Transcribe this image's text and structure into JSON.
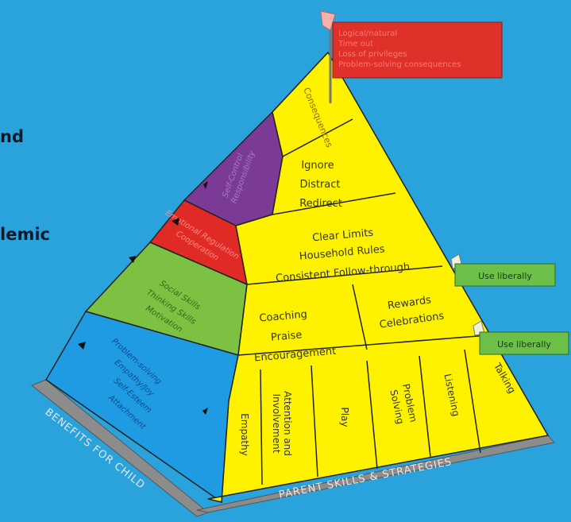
{
  "side_text": {
    "line1": "nd",
    "line2": "lemic"
  },
  "flag": {
    "lines": [
      "Logical/natural",
      "Time out",
      "Loss of privileges",
      "Problem-solving consequences"
    ],
    "pole_label": "Consequences"
  },
  "front_tiers": {
    "tier2": [
      "Ignore",
      "Distract",
      "Redirect"
    ],
    "tier3": [
      "Clear Limits",
      "Household Rules",
      "Consistent Follow-through"
    ],
    "tier4_left": [
      "Coaching",
      "Praise",
      "Encouragement"
    ],
    "tier4_right": [
      "Rewards",
      "Celebrations"
    ],
    "tier5": [
      "Empathy",
      "Attention and",
      "Involvement",
      "Play",
      "Problem",
      "Solving",
      "Listening",
      "Talking"
    ]
  },
  "tags": {
    "upper": "Use liberally",
    "lower": "Use liberally"
  },
  "left_face": {
    "purple": [
      "Self-Control",
      "Responsibility"
    ],
    "red": [
      "Emotional Regulation",
      "Cooperation"
    ],
    "green": [
      "Social Skills",
      "Thinking Skills",
      "Motivation"
    ],
    "blue": [
      "Problem-solving",
      "Empathy/Joy",
      "Self-Esteem",
      "Attachment"
    ]
  },
  "base_labels": {
    "left": "BENEFITS FOR CHILD",
    "right": "PARENT SKILLS & STRATEGIES"
  },
  "colors": {
    "background": "#2aa3dd",
    "yellow": "#fff200",
    "green_tier": "#7cc142",
    "purple_tier": "#7b3a96",
    "red_tier": "#e02a26",
    "blue_tier": "#1f9be3",
    "tag_green": "#6cc04a",
    "base_gray": "#8c8c8c"
  }
}
